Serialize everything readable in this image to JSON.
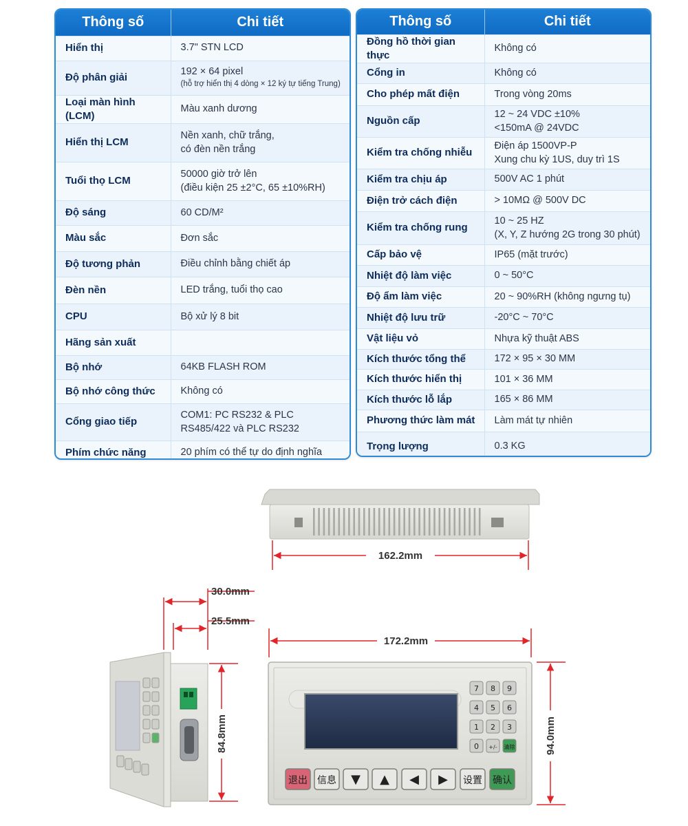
{
  "left_table": {
    "header": [
      "Thông số",
      "Chi tiết"
    ],
    "rows": [
      {
        "key": "Hiển thị",
        "value": "3.7\" STN LCD"
      },
      {
        "key": "Độ phân giải",
        "value": "192 × 64 pixel",
        "note": "(hỗ trợ hiển thị 4 dòng × 12 ký tự tiếng Trung)"
      },
      {
        "key": "Loại màn hình (LCM)",
        "value": "Màu xanh dương"
      },
      {
        "key": "Hiển thị LCM",
        "value": "Nền xanh, chữ trắng,",
        "value2": "có đèn nền trắng"
      },
      {
        "key": "Tuổi thọ LCM",
        "value": "50000 giờ trở lên",
        "value2": "(điều kiện 25 ±2°C, 65 ±10%RH)"
      },
      {
        "key": "Độ sáng",
        "value": "60 CD/M²"
      },
      {
        "key": "Màu sắc",
        "value": "Đơn sắc"
      },
      {
        "key": "Độ tương phản",
        "value": "Điều chỉnh bằng chiết áp"
      },
      {
        "key": "Đèn nền",
        "value": "LED trắng, tuổi thọ cao"
      },
      {
        "key": "CPU",
        "value": "Bộ xử lý 8 bit"
      },
      {
        "key": "Hãng sản xuất",
        "value": ""
      },
      {
        "key": "Bộ nhớ",
        "value": "64KB FLASH ROM"
      },
      {
        "key": "Bộ nhớ công thức",
        "value": "Không có"
      },
      {
        "key": "Cổng giao tiếp",
        "value": "COM1: PC RS232 & PLC",
        "value2": "RS485/422 và PLC RS232"
      },
      {
        "key": "Phím chức năng",
        "value": "20 phím có thể tự do định nghĩa"
      }
    ]
  },
  "right_table": {
    "header": [
      "Thông số",
      "Chi tiết"
    ],
    "rows": [
      {
        "key": "Đồng hồ thời gian thực",
        "value": "Không có"
      },
      {
        "key": "Cổng in",
        "value": "Không có"
      },
      {
        "key": "Cho phép mất điện",
        "value": "Trong vòng 20ms"
      },
      {
        "key": "Nguồn cấp",
        "value": "12 ~ 24 VDC ±10%",
        "value2": "<150mA @ 24VDC"
      },
      {
        "key": "Kiểm tra chống nhiễu",
        "value": "Điện áp 1500VP-P",
        "value2": "Xung chu kỳ 1US, duy trì 1S"
      },
      {
        "key": "Kiểm tra chịu áp",
        "value": "500V AC 1 phút"
      },
      {
        "key": "Điện trở cách điện",
        "value": "> 10MΩ @ 500V DC"
      },
      {
        "key": "Kiểm tra chống rung",
        "value": "10 ~ 25 HZ",
        "value2": "(X, Y, Z hướng 2G trong 30 phút)"
      },
      {
        "key": "Cấp bảo vệ",
        "value": "IP65 (mặt trước)"
      },
      {
        "key": "Nhiệt độ làm việc",
        "value": "0 ~ 50°C"
      },
      {
        "key": "Độ ẩm làm việc",
        "value": "20 ~ 90%RH (không ngưng tụ)"
      },
      {
        "key": "Nhiệt độ lưu trữ",
        "value": "-20°C ~ 70°C"
      },
      {
        "key": "Vật liệu vỏ",
        "value": "Nhựa kỹ thuật ABS"
      },
      {
        "key": "Kích thước tổng thể",
        "value": "172 × 95 × 30 MM"
      },
      {
        "key": "Kích thước hiển thị",
        "value": "101 × 36 MM"
      },
      {
        "key": "Kích thước lỗ lắp",
        "value": "165 × 86 MM"
      },
      {
        "key": "Phương thức làm mát",
        "value": "Làm mát tự nhiên"
      },
      {
        "key": "Trọng lượng",
        "value": "0.3 KG"
      }
    ]
  },
  "drawings": {
    "top_view_width": "162.2mm",
    "side_depth_total": "30.0mm",
    "side_depth_body": "25.5mm",
    "side_height": "84.8mm",
    "front_width": "172.2mm",
    "front_height": "94.0mm",
    "keypad": [
      "7",
      "8",
      "9",
      "4",
      "5",
      "6",
      "1",
      "2",
      "3",
      "0",
      "+/-",
      "清除"
    ],
    "bottom_keys": {
      "exit": "退出",
      "info": "信息",
      "down": "▼",
      "up": "▲",
      "left": "◀",
      "right": "▶",
      "settings": "设置",
      "confirm": "确认"
    },
    "dimension_color": "#e0252b",
    "device_color": "#e3e3de"
  }
}
